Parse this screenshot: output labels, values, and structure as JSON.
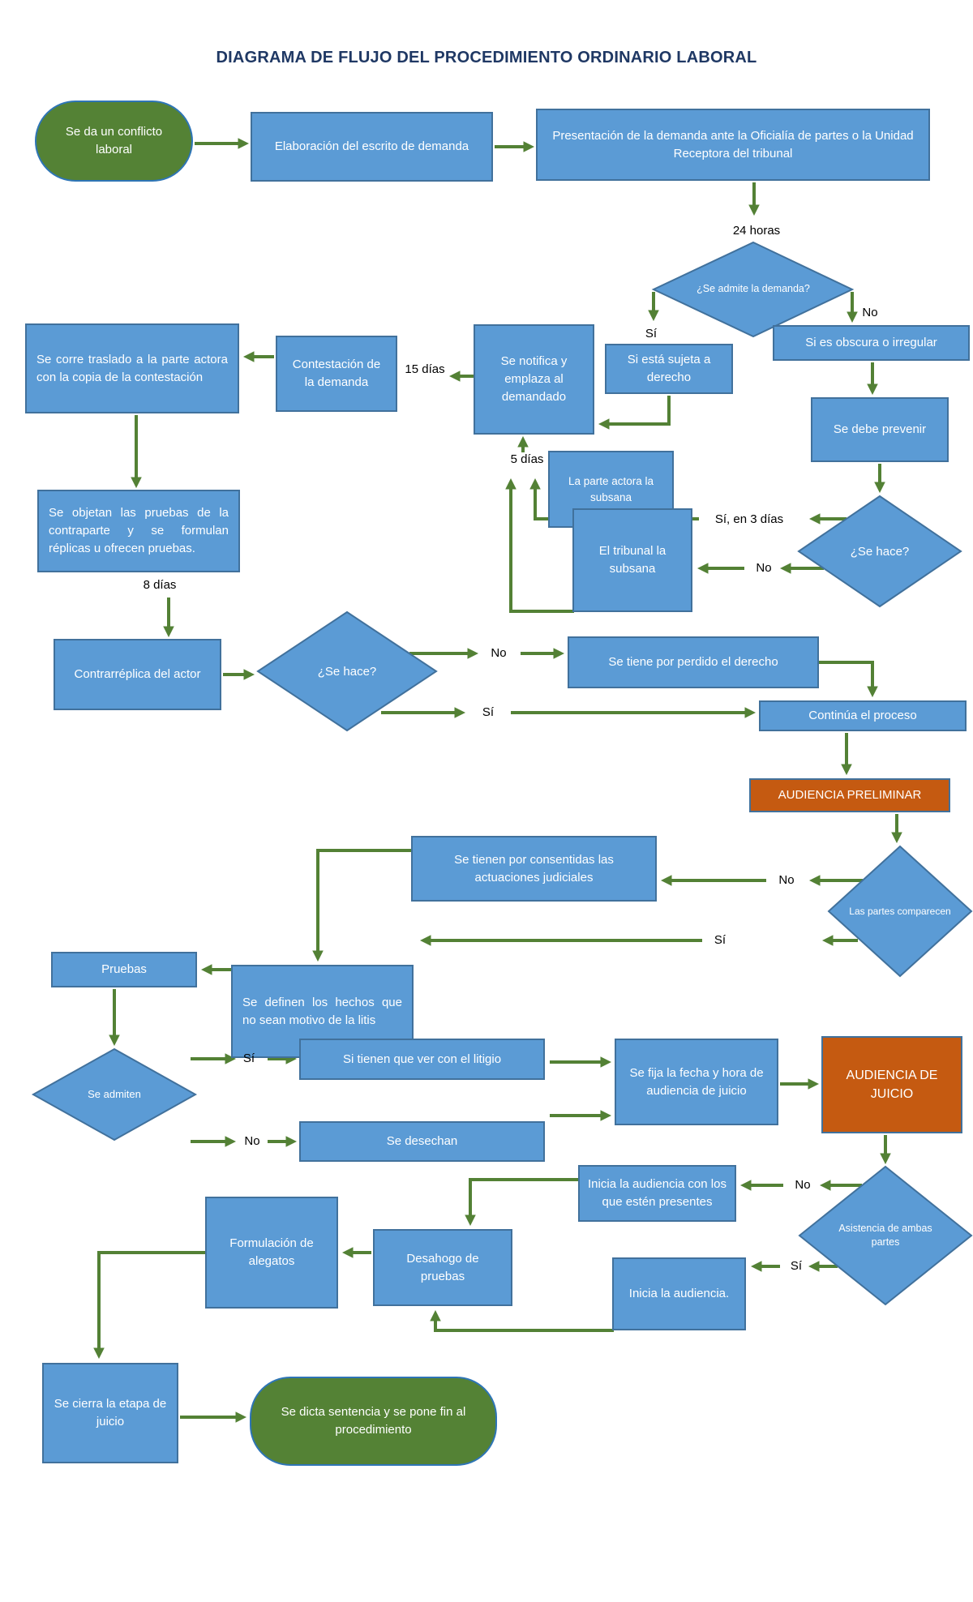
{
  "title": "DIAGRAMA DE FLUJO DEL PROCEDIMIENTO ORDINARIO LABORAL",
  "colors": {
    "process_fill": "#5B9BD5",
    "process_border": "#41719C",
    "terminator_fill": "#548235",
    "terminator_border": "#2E75B6",
    "accent_fill": "#C55A11",
    "arrow": "#538135",
    "title_text": "#1F3864"
  },
  "nodes": {
    "start": {
      "label": "Se da un conflicto laboral"
    },
    "elaboracion": {
      "label": "Elaboración del escrito de demanda"
    },
    "presentacion": {
      "label": "Presentación de la demanda ante la Oficialía de partes o la Unidad Receptora del tribunal"
    },
    "admite": {
      "label": "¿Se admite la demanda?"
    },
    "sujeta": {
      "label": "Si está sujeta a derecho"
    },
    "obscura": {
      "label": "Si es obscura o irregular"
    },
    "notifica": {
      "label": "Se notifica y emplaza al demandado"
    },
    "contestacion": {
      "label": "Contestación de la demanda"
    },
    "traslado": {
      "label": "Se corre traslado a la parte actora con la copia de la contestación"
    },
    "prevenir": {
      "label": "Se debe prevenir"
    },
    "sehace1": {
      "label": "¿Se hace?"
    },
    "parteActora": {
      "label": "La parte actora la subsana"
    },
    "tribunal": {
      "label": "El tribunal la subsana"
    },
    "objetan": {
      "label": "Se objetan las pruebas de la contraparte y se formulan réplicas u ofrecen pruebas."
    },
    "contrarreplica": {
      "label": "Contrarréplica del actor"
    },
    "sehace2": {
      "label": "¿Se hace?"
    },
    "perdido": {
      "label": "Se tiene por perdido el derecho"
    },
    "continua": {
      "label": "Continúa el proceso"
    },
    "preliminar": {
      "label": "AUDIENCIA PRELIMINAR"
    },
    "comparecen": {
      "label": "Las partes comparecen"
    },
    "consentidas": {
      "label": "Se tienen por consentidas las actuaciones judiciales"
    },
    "definen": {
      "label": "Se definen los hechos que no sean motivo de la litis"
    },
    "pruebas": {
      "label": "Pruebas"
    },
    "admiten": {
      "label": "Se admiten"
    },
    "litigio": {
      "label": "Si tienen que ver con el litigio"
    },
    "desechan": {
      "label": "Se desechan"
    },
    "fija": {
      "label": "Se fija la fecha y hora de audiencia de juicio"
    },
    "juicio": {
      "label": "AUDIENCIA DE JUICIO"
    },
    "asistencia": {
      "label": "Asistencia de ambas partes"
    },
    "iniciaPresentes": {
      "label": "Inicia la audiencia con los que estén presentes"
    },
    "iniciaAudiencia": {
      "label": "Inicia la audiencia."
    },
    "desahogo": {
      "label": "Desahogo de pruebas"
    },
    "formulacion": {
      "label": "Formulación de alegatos"
    },
    "cierra": {
      "label": "Se cierra la etapa de juicio"
    },
    "fin": {
      "label": "Se dicta sentencia y se pone fin al procedimiento"
    }
  },
  "labels": {
    "si": "Sí",
    "no": "No",
    "horas24": "24 horas",
    "dias15": "15 días",
    "dias5": "5 días",
    "dias8": "8 días",
    "si_en_3_dias": "Sí, en 3 días"
  }
}
